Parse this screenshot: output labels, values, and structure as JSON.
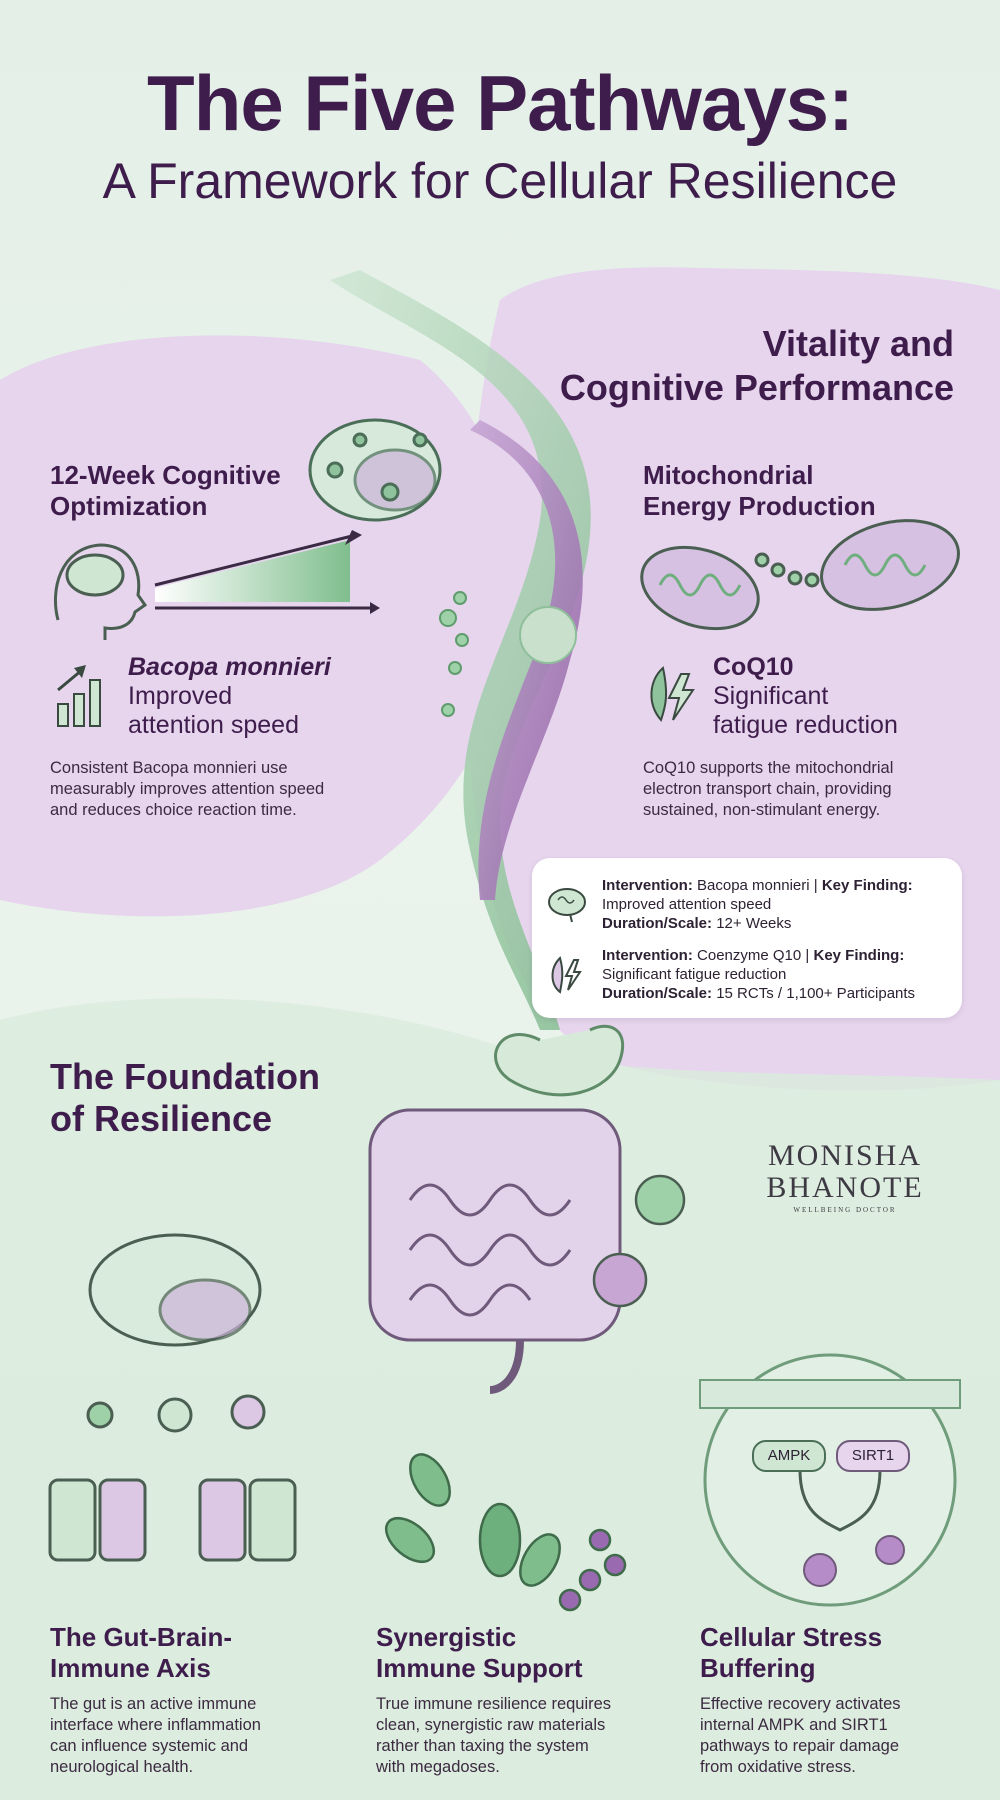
{
  "header": {
    "title": "The Five Pathways:",
    "subtitle": "A Framework for Cellular Resilience"
  },
  "vitality": {
    "heading_line1": "Vitality and",
    "heading_line2": "Cognitive Performance"
  },
  "cognitive_card": {
    "heading_line1": "12-Week Cognitive",
    "heading_line2": "Optimization",
    "stat_name": "Bacopa monnieri",
    "stat_line1": "Improved",
    "stat_line2": "attention speed",
    "body_line1": "Consistent Bacopa monnieri use",
    "body_line2": "measurably improves attention speed",
    "body_line3": "and reduces choice reaction time."
  },
  "mito_card": {
    "heading_line1": "Mitochondrial",
    "heading_line2": "Energy Production",
    "stat_name": "CoQ10",
    "stat_line1": "Significant",
    "stat_line2": "fatigue reduction",
    "body_line1": "CoQ10 supports the mitochondrial",
    "body_line2": "electron transport chain, providing",
    "body_line3": "sustained, non-stimulant energy."
  },
  "info_box": {
    "rows": [
      {
        "intervention_label": "Intervention:",
        "intervention_value": "Bacopa monnieri",
        "finding_label": "Key Finding:",
        "finding_value": "Improved attention speed",
        "duration_label": "Duration/Scale:",
        "duration_value": "12+ Weeks"
      },
      {
        "intervention_label": "Intervention:",
        "intervention_value": "Coenzyme Q10",
        "finding_label": "Key Finding:",
        "finding_value": "Significant fatigue reduction",
        "duration_label": "Duration/Scale:",
        "duration_value": "15 RCTs / 1,100+ Participants"
      }
    ]
  },
  "foundation": {
    "heading_line1": "The Foundation",
    "heading_line2": "of Resilience"
  },
  "columns": [
    {
      "title_line1": "The Gut-Brain-",
      "title_line2": "Immune Axis",
      "body_line1": "The gut is an active immune",
      "body_line2": "interface where inflammation",
      "body_line3": "can influence systemic and",
      "body_line4": "neurological health."
    },
    {
      "title_line1": "Synergistic",
      "title_line2": "Immune Support",
      "body_line1": "True immune resilience requires",
      "body_line2": "clean, synergistic raw materials",
      "body_line3": "rather than taxing the system",
      "body_line4": "with megadoses."
    },
    {
      "title_line1": "Cellular Stress",
      "title_line2": "Buffering",
      "body_line1": "Effective recovery activates",
      "body_line2": "internal AMPK and SIRT1",
      "body_line3": "pathways to repair damage",
      "body_line4": "from oxidative stress."
    }
  ],
  "cell_labels": {
    "ampk": "AMPK",
    "sirt1": "SIRT1"
  },
  "logo": {
    "line1": "MONISHA",
    "line2": "BHANOTE",
    "tagline": "WELLBEING DOCTOR"
  },
  "colors": {
    "purple_dark": "#3e1d4c",
    "lavender": "#e5d4ec",
    "mint": "#d6ead9",
    "green": "#6cae7c",
    "purple": "#9c74ae"
  }
}
